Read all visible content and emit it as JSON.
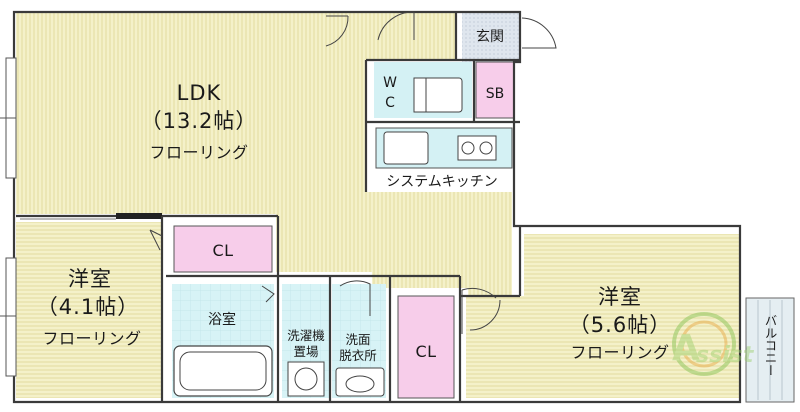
{
  "rooms": {
    "ldk": {
      "name": "LDK",
      "size": "（13.2帖）",
      "floor": "フローリング"
    },
    "western_left": {
      "name": "洋室",
      "size": "（4.1帖）",
      "floor": "フローリング"
    },
    "western_right": {
      "name": "洋室",
      "size": "（5.6帖）",
      "floor": "フローリング"
    },
    "closet_left": "CL",
    "closet_right": "CL",
    "bath": "浴室",
    "laundry": {
      "line1": "洗濯機",
      "line2": "置場"
    },
    "washroom": {
      "line1": "洗面",
      "line2": "脱衣所"
    },
    "entrance": "玄関",
    "wc": {
      "line1": "W",
      "line2": "C"
    },
    "shoebox": "SB",
    "kitchen": "システムキッチン",
    "balcony": "バルコニー"
  },
  "watermark": "Assist",
  "colors": {
    "floor": "#f2f0c8",
    "closet": "#f7cdea",
    "wet": "#d4f1f4",
    "entrance": "#dfe6ee",
    "wall": "#3a3a3a"
  }
}
